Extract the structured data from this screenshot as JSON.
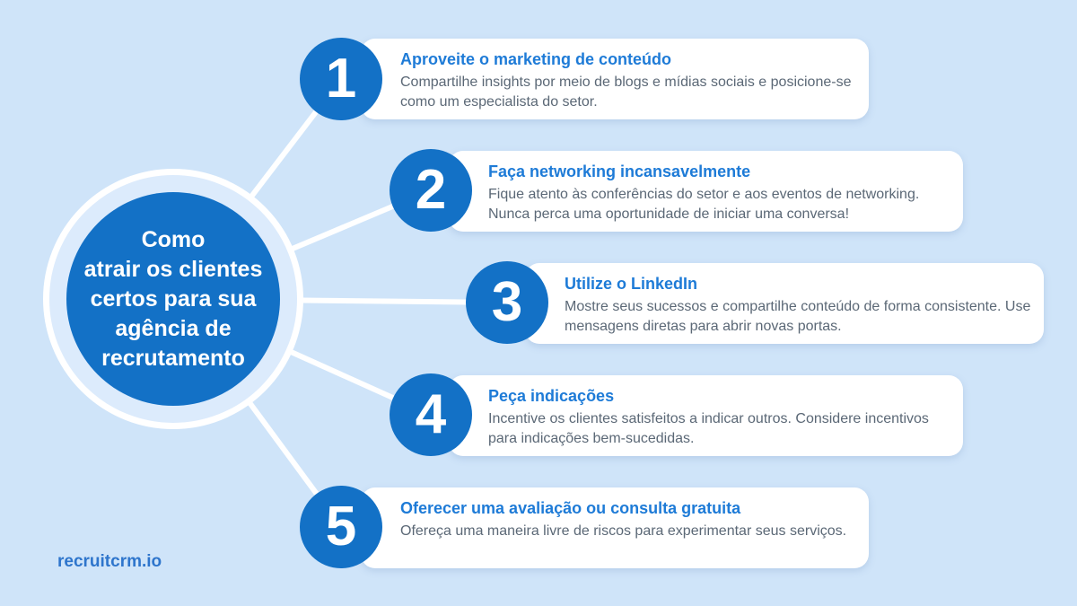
{
  "colors": {
    "bg": "#cfe4f9",
    "ring-fill": "#dcebfc",
    "circle-blue": "#1371c6",
    "title-blue": "#1e7bd7",
    "body-gray": "#5b6876",
    "brand-blue": "#2e75cc",
    "card-bg": "#ffffff",
    "line-white": "#ffffff"
  },
  "center": {
    "lines": [
      "Como",
      "atrair os clientes",
      "certos para sua",
      "agência de",
      "recrutamento"
    ]
  },
  "steps": [
    {
      "number": "1",
      "title": "Aproveite o marketing de conteúdo",
      "description": "Compartilhe insights por meio de blogs e mídias sociais e posicione-se como um especialista do setor."
    },
    {
      "number": "2",
      "title": "Faça networking incansavelmente",
      "description": "Fique atento às conferências do setor e aos eventos de networking. Nunca perca uma oportunidade de iniciar uma conversa!"
    },
    {
      "number": "3",
      "title": "Utilize o LinkedIn",
      "description": "Mostre seus sucessos e compartilhe conteúdo de forma consistente. Use mensagens diretas para abrir novas portas."
    },
    {
      "number": "4",
      "title": "Peça indicações",
      "description": "Incentive os clientes satisfeitos a indicar outros. Considere incentivos para indicações bem-sucedidas."
    },
    {
      "number": "5",
      "title": "Oferecer uma avaliação ou consulta gratuita",
      "description": "Ofereça uma maneira livre de riscos para experimentar seus serviços."
    }
  ],
  "footer": {
    "brand": "recruitcrm.io"
  }
}
